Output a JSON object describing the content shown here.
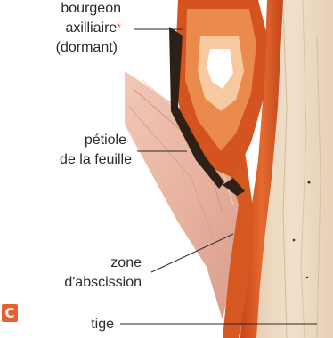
{
  "figure": {
    "panel_letter": "C",
    "labels": {
      "bud_line1": "bourgeon",
      "bud_line2": "axilliaire",
      "bud_asterisk": "*",
      "bud_line3": "(dormant)",
      "petiole_line1": "pétiole",
      "petiole_line2": "de la feuille",
      "abscission_line1": "zone",
      "abscission_line2": "d'abscission",
      "stem": "tige"
    },
    "colors": {
      "accent": "#e8602d",
      "tissue_orange": "#d9551f",
      "petiole_pink": "#e9b9a8",
      "stem_beige": "#e9d5bd"
    }
  }
}
